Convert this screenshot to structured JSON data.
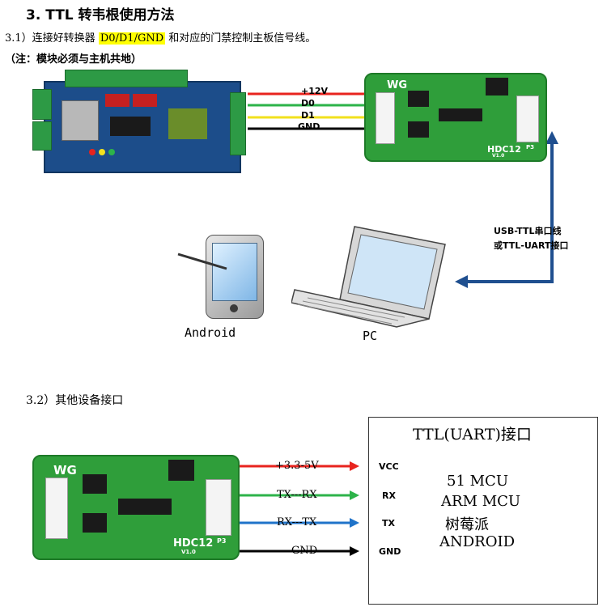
{
  "heading": "3. TTL 转韦根使用方法",
  "step1": {
    "prefix": "3.1）连接好转换器 ",
    "highlight": "D0/D1/GND",
    "suffix": " 和对应的门禁控制主板信号线。"
  },
  "note": "（注：模块必须与主机共地）",
  "wires_top": [
    "+12V",
    "D0",
    "D1",
    "GND"
  ],
  "wire_colors_top": [
    "#e8231e",
    "#2db34a",
    "#f2e11d",
    "#000000"
  ],
  "usb_label": [
    "USB-TTL串口线",
    "或TTL-UART接口"
  ],
  "android_label": "Android",
  "pc_label": "PC",
  "board": {
    "logo": "WG",
    "model": "HDC12",
    "version": "V1.0",
    "port": "P3"
  },
  "step2": "3.2）其他设备接口",
  "wires_bottom": [
    "+3.3-5V",
    "TX---RX",
    "RX---TX",
    "GND"
  ],
  "wire_colors_bottom": [
    "#e8231e",
    "#2db34a",
    "#1f73c9",
    "#000000"
  ],
  "uart": {
    "title": "TTL(UART)接口",
    "pins": [
      "VCC",
      "RX",
      "TX",
      "GND"
    ],
    "devices": [
      "51 MCU",
      "ARM MCU",
      "树莓派",
      "ANDROID"
    ]
  },
  "accent": "#1f4f8f"
}
